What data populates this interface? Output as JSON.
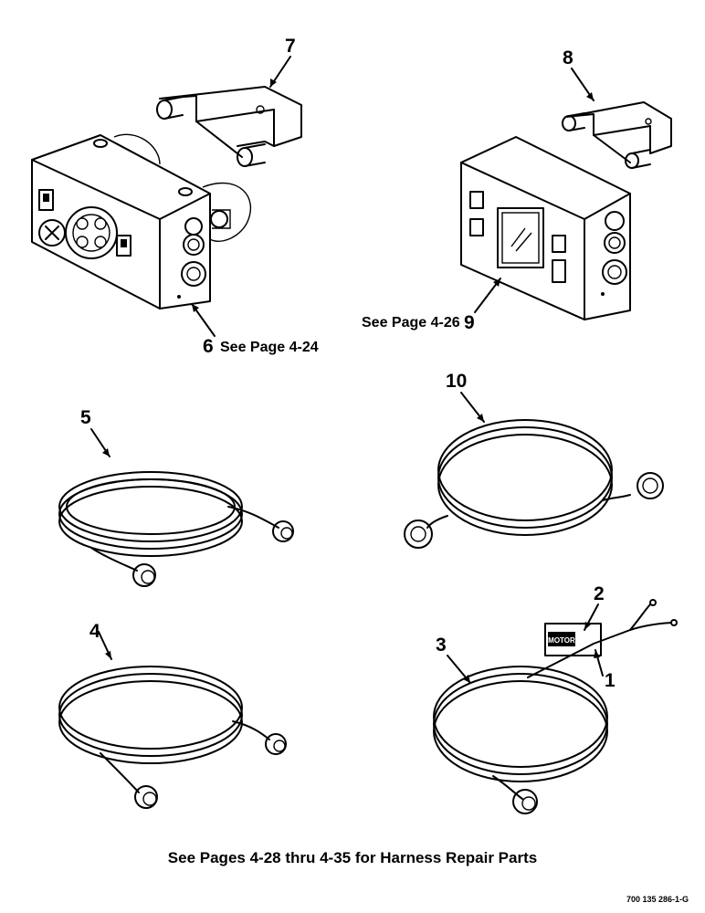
{
  "callouts": {
    "c1": "1",
    "c2": "2",
    "c3": "3",
    "c4": "4",
    "c5": "5",
    "c6": "6",
    "c7": "7",
    "c8": "8",
    "c9": "9",
    "c10": "10"
  },
  "references": {
    "item6": "See Page 4-24",
    "item9": "See Page 4-26"
  },
  "footer_note": "See Pages 4-28 thru 4-35 for Harness Repair Parts",
  "drawing_id": "700 135 286-1-G",
  "tag_text": "MOTOR"
}
